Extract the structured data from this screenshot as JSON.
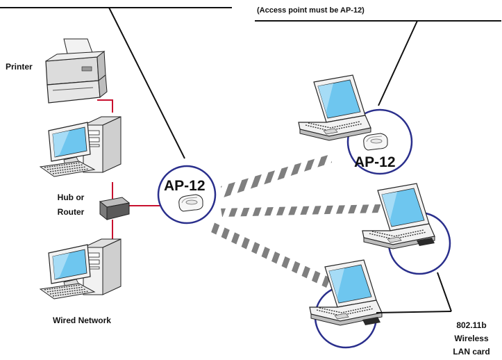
{
  "labels": {
    "note": "(Access point must be AP-12)",
    "printer": "Printer",
    "hub_line1": "Hub or",
    "hub_line2": "Router",
    "wired_network": "Wired Network",
    "ap_left": "AP-12",
    "ap_right": "AP-12",
    "wireless_line1": "802.11b",
    "wireless_line2": "Wireless",
    "wireless_line3": "LAN card"
  },
  "colors": {
    "circle": "#2a2f8c",
    "cable": "#c8102e",
    "screen": "#6ec6ef",
    "waves": "#7f7f7f",
    "device_body": "#f2f2f2",
    "outline": "#222222"
  },
  "icons": [
    "printer-icon",
    "desktop-pc-icon",
    "hub-router-icon",
    "access-point-icon",
    "laptop-icon",
    "wireless-card-icon"
  ]
}
